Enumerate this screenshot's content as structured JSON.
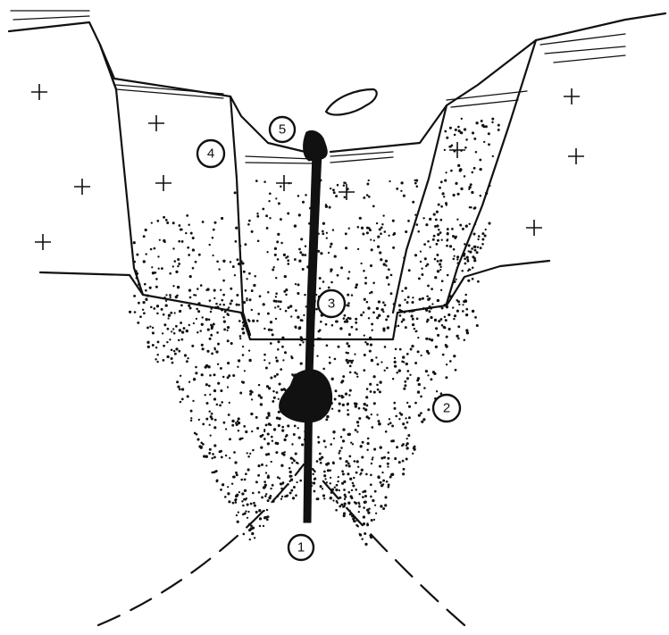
{
  "labels": [
    {
      "id": "1",
      "text": "1"
    },
    {
      "id": "2",
      "text": "2"
    },
    {
      "id": "3",
      "text": "3"
    },
    {
      "id": "4",
      "text": "4"
    },
    {
      "id": "5",
      "text": "5"
    }
  ],
  "colors": {
    "ink": "#111111",
    "background": "#ffffff"
  }
}
